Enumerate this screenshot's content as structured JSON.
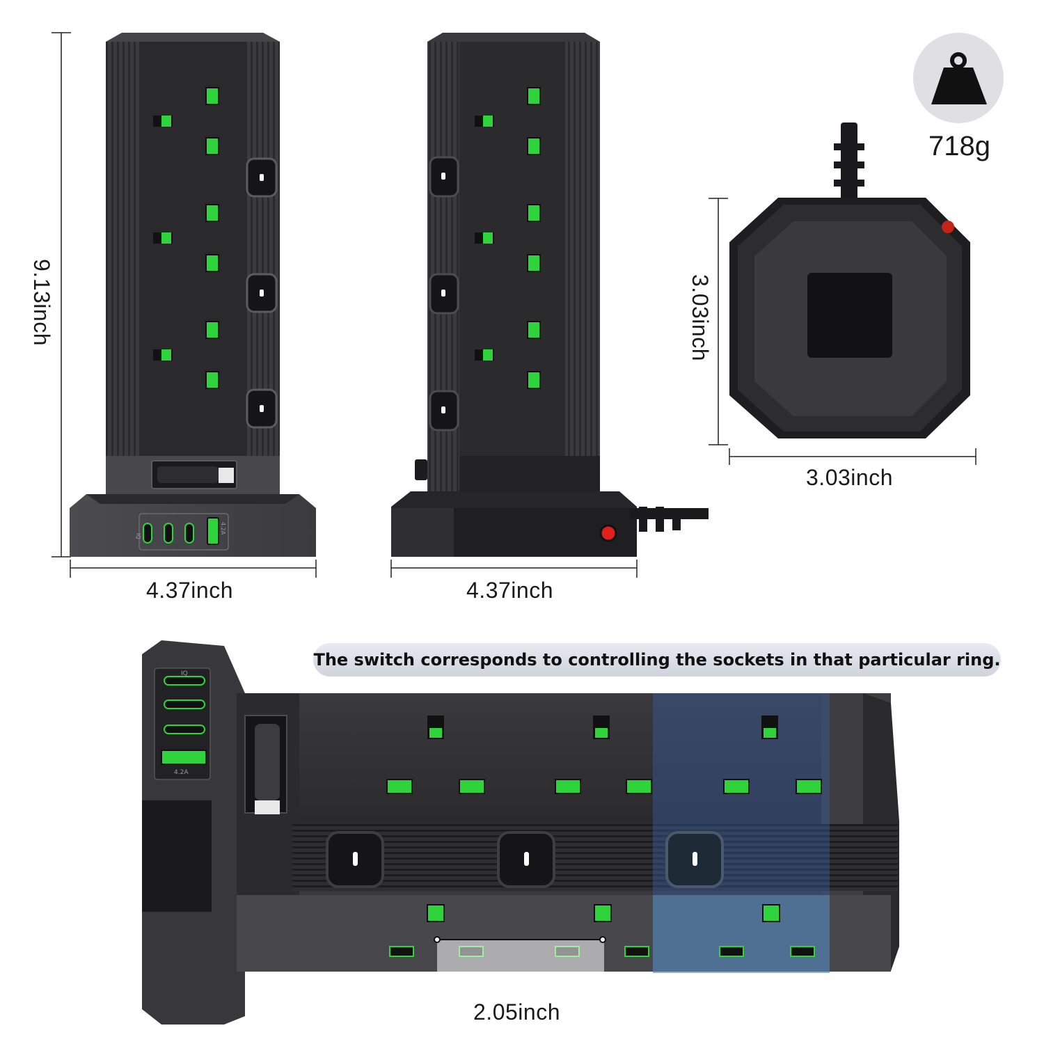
{
  "dimensions": {
    "tower_height": "9.13inch",
    "front_width": "4.37inch",
    "side_width": "4.37inch",
    "base_depth": "3.03inch",
    "base_width": "3.03inch",
    "socket_spacing": "2.05inch"
  },
  "weight": {
    "value": "718g",
    "icon": "weight-icon"
  },
  "banner": {
    "text": "The switch corresponds to controlling the sockets in that particular ring."
  },
  "usb_labels": {
    "iq": "IQ",
    "amps": "4.2A"
  },
  "colors": {
    "socket_green": "#2fd43c",
    "body_dark": "#2b2b2d",
    "body_grey": "#4a4a4e",
    "highlight_blue": "#3a5a9c",
    "power_red": "#e0201a"
  }
}
